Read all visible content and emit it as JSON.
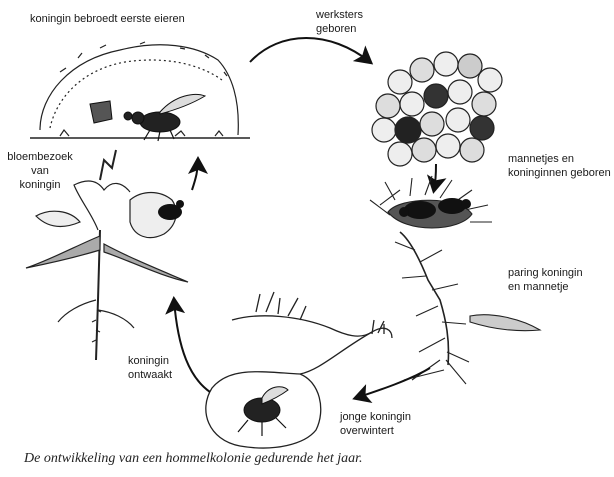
{
  "labels": {
    "queen_incubates": "koningin bebroedt eerste eieren",
    "workers_born": "werksters\ngeboren",
    "males_queens_born": "mannetjes en\nkoninginnen geboren",
    "mating": "paring koningin\nen mannetje",
    "young_queen_hibernates": "jonge koningin\noverwintert",
    "queen_wakes": "koningin\nontwaakt",
    "flower_visit": "bloembezoek\nvan\nkoningin"
  },
  "caption": "De ontwikkeling van een hommelkolonie gedurende het jaar."
}
